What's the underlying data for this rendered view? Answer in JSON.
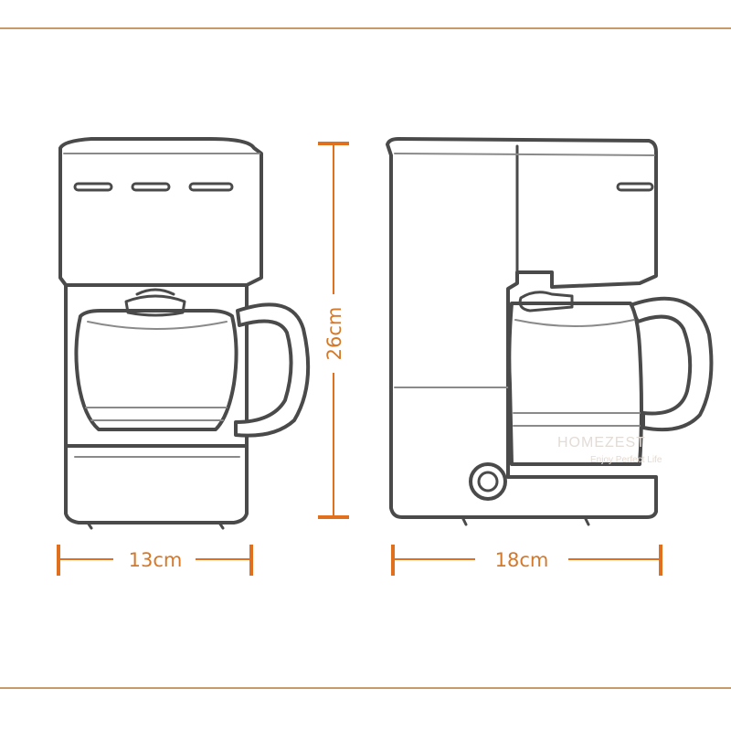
{
  "colors": {
    "accent": "#e0701e",
    "outline": "#4a4a4a",
    "frame": "#c89a6a"
  },
  "dimensions": {
    "height_label": "26cm",
    "front_width_label": "13cm",
    "side_width_label": "18cm"
  },
  "watermark": {
    "brand": "HOMEZEST",
    "tagline": "Enjoy Perfect Life"
  }
}
